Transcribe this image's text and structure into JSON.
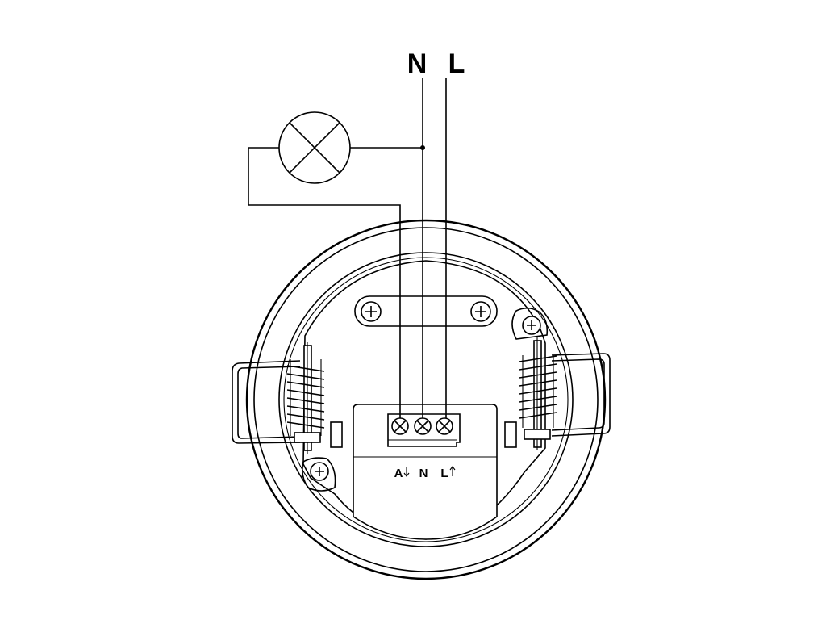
{
  "supply_labels": {
    "neutral": "N",
    "live": "L"
  },
  "terminal_labels": {
    "load": "A",
    "neutral": "N",
    "live": "L"
  },
  "colors": {
    "stroke": "#000000",
    "background": "#ffffff"
  }
}
